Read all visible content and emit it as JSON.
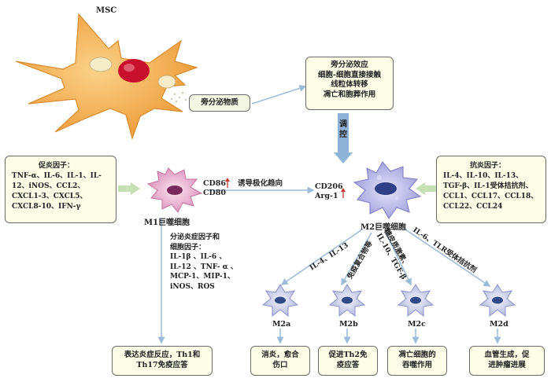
{
  "msc_label": "MSC",
  "paracrine_substance": "旁分泌物质",
  "mechanisms": [
    "旁分泌效应",
    "细胞-细胞直接接触",
    "线粒体转移",
    "凋亡和胞葬作用"
  ],
  "regulate": [
    "调",
    "控"
  ],
  "pro_inflammatory": {
    "title": "促炎因子：",
    "lines": [
      "TNF-α、IL-6、IL-1、IL-",
      "12、iNOS、CCL2、",
      "CXCL1-3、CXCL5、",
      "CXCL8-10、IFN-γ"
    ]
  },
  "anti_inflammatory": {
    "title": "抗炎因子：",
    "lines": [
      "IL-4、IL-10、IL-13、",
      "TGF-β、IL-1受体拮抗剂、",
      "CCL1、CCL17、CCL18、",
      "CCL22、CCL24"
    ]
  },
  "m1": {
    "label": "M1巨噬细胞",
    "markers": [
      "CD86",
      "CD80"
    ]
  },
  "m2": {
    "label": "M2巨噬细胞",
    "markers": [
      "CD206",
      "Arg-1"
    ]
  },
  "polarization": "诱导极化趋向",
  "secretion": {
    "title_lines": [
      "分泌炎症因子和",
      "细胞因子："
    ],
    "lines": [
      "IL-1β 、IL-6 、",
      "IL-12 、TNF- α 、",
      "MCP-1、MIP-1、",
      "iNOS、ROS"
    ]
  },
  "m1_effect": [
    "表达炎症反应，Th1和",
    "Th17免疫应答"
  ],
  "branches": [
    {
      "stimulus": "IL-4、IL-13",
      "subtype": "M2a",
      "effect": [
        "消炎，愈合",
        "伤口"
      ]
    },
    {
      "stimulus": "免疫复合物等",
      "subtype": "M2b",
      "effect": [
        "促进Th2免",
        "疫应答"
      ]
    },
    {
      "stimulus": "糖皮质激素、",
      "stimulus2": "IL-10、TGF-β",
      "subtype": "M2c",
      "effect": [
        "凋亡细胞的",
        "吞噬作用"
      ]
    },
    {
      "stimulus": "IL-6、TLR受体拮抗剂",
      "subtype": "M2d",
      "effect": [
        "血管生成，促",
        "进肿瘤进展"
      ]
    }
  ],
  "colors": {
    "msc": "#f2a441",
    "msc_nucleus": "#c8102e",
    "m1": "#e9a6c8",
    "m2": "#a9a7e0",
    "arrow": "#8db3d8",
    "red_arrow": "#c0392b"
  }
}
